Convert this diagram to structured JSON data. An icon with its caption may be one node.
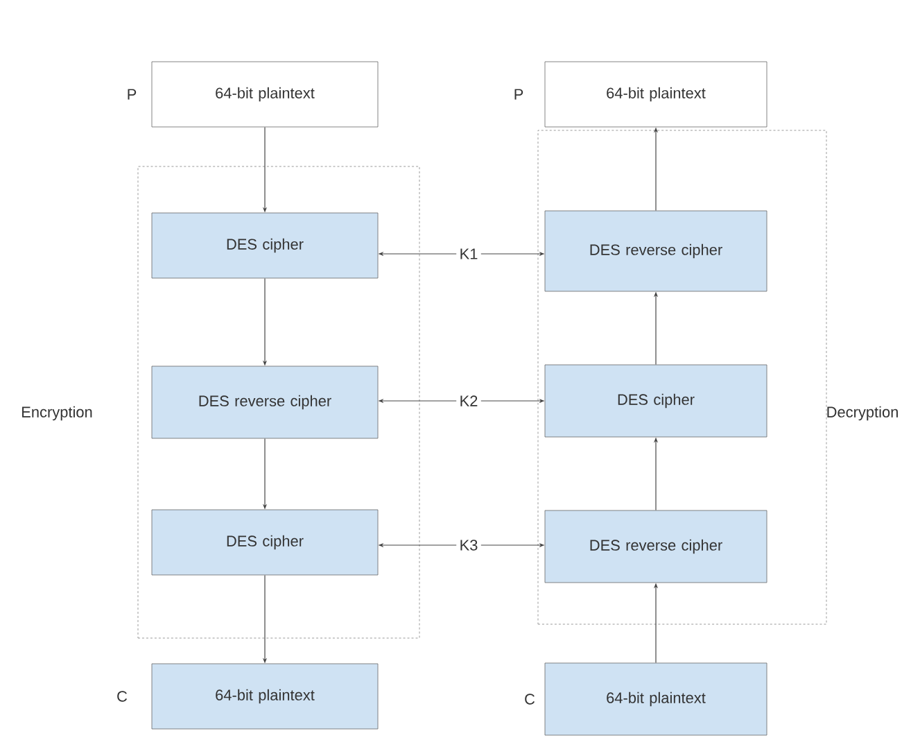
{
  "diagram": {
    "nodes": [
      {
        "text": [
          "64-bit plaintext"
        ],
        "beside": [
          "P"
        ]
      },
      {
        "text": [],
        "shape": "box",
        "beside": [
          "Encryption"
        ]
      },
      {
        "text": [
          "DES cipher"
        ],
        "in": 1
      },
      {
        "text": [
          "DES reverse cipher"
        ],
        "in": 1
      },
      {
        "text": [
          "DES cipher"
        ],
        "in": 1
      },
      {
        "text": [
          "64-bit plaintext"
        ],
        "beside": [
          "C"
        ]
      },
      {
        "text": [
          "64-bit plaintext"
        ],
        "beside": [
          "P"
        ]
      },
      {
        "text": [],
        "shape": "box",
        "beside": [
          "Decryption"
        ]
      },
      {
        "text": [
          "DES reverse cipher"
        ],
        "in": 7
      },
      {
        "text": [
          "DES cipher"
        ],
        "in": 7
      },
      {
        "text": [
          "DES reverse cipher"
        ],
        "in": 7
      },
      {
        "text": [
          "64-bit plaintext"
        ],
        "beside": [
          "C"
        ]
      },
      {
        "text": [
          "K1"
        ]
      },
      {
        "text": [
          "K2"
        ]
      },
      {
        "text": [
          "K3"
        ]
      }
    ],
    "edges": [
      {
        "from": 0,
        "to": 2,
        "arrow": "to"
      },
      {
        "from": 2,
        "to": 3,
        "arrow": "to"
      },
      {
        "from": 3,
        "to": 4,
        "arrow": "to"
      },
      {
        "from": 4,
        "to": 5,
        "arrow": "to"
      },
      {
        "from": 11,
        "to": 10,
        "arrow": "to"
      },
      {
        "from": 10,
        "to": 9,
        "arrow": "to"
      },
      {
        "from": 9,
        "to": 8,
        "arrow": "to"
      },
      {
        "from": 8,
        "to": 6,
        "arrow": "to"
      },
      {
        "from": 12,
        "to": 2,
        "arrow": "to"
      },
      {
        "from": 12,
        "to": 8,
        "arrow": "to"
      },
      {
        "from": 13,
        "to": 3,
        "arrow": "to"
      },
      {
        "from": 13,
        "to": 9,
        "arrow": "to"
      },
      {
        "from": 14,
        "to": 4,
        "arrow": "to"
      },
      {
        "from": 14,
        "to": 10,
        "arrow": "to"
      }
    ]
  }
}
